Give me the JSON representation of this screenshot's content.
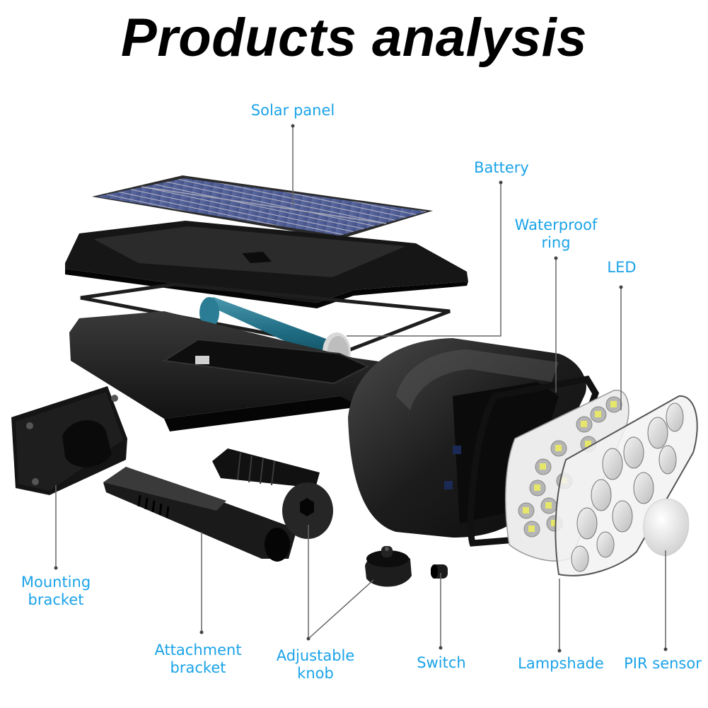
{
  "title": "Products analysis",
  "accent_color": "#1aa3e8",
  "leader_color": "#666666",
  "labels": {
    "solar_panel": "Solar panel",
    "battery": "Battery",
    "waterproof_ring_1": "Waterproof",
    "waterproof_ring_2": "ring",
    "led": "LED",
    "mounting_bracket_1": "Mounting",
    "mounting_bracket_2": "bracket",
    "attachment_bracket_1": "Attachment",
    "attachment_bracket_2": "bracket",
    "adjustable_knob_1": "Adjustable",
    "adjustable_knob_2": "knob",
    "switch": "Switch",
    "lampshade": "Lampshade",
    "pir_sensor": "PIR sensor"
  }
}
